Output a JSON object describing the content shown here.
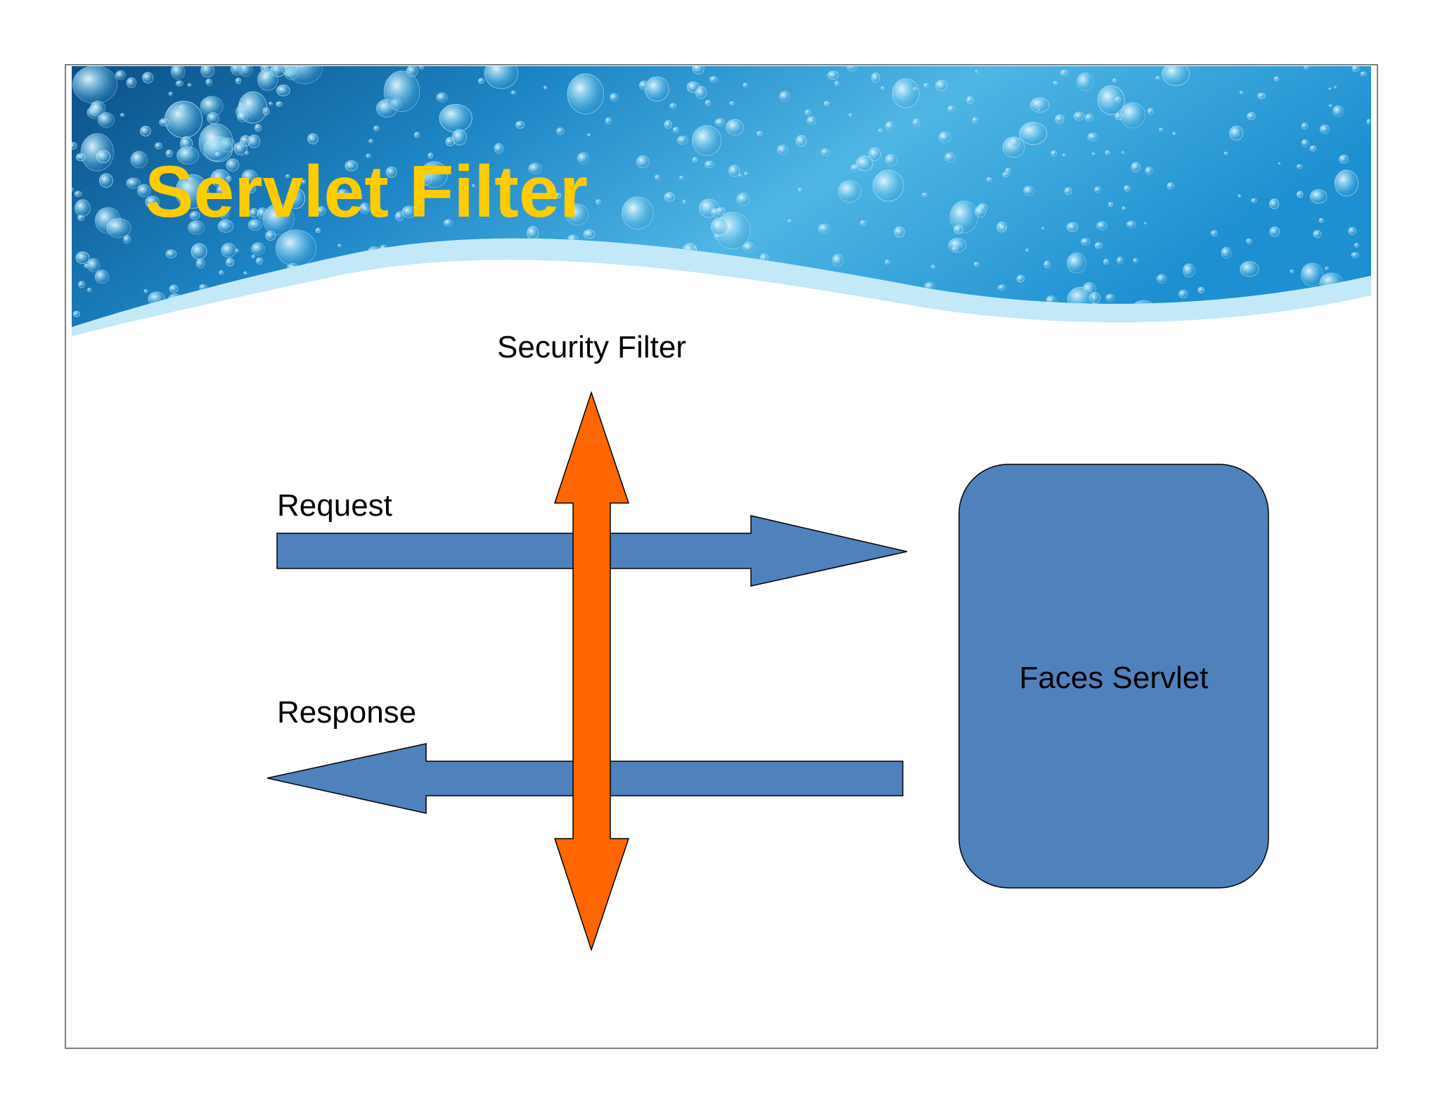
{
  "slide": {
    "title": "Servlet Filter"
  },
  "diagram": {
    "filter_label": "Security Filter",
    "request_label": "Request",
    "response_label": "Response",
    "servlet_label": "Faces Servlet"
  },
  "colors": {
    "title": "#FFCC00",
    "arrow_blue": "#4F81BD",
    "arrow_orange": "#FF6600",
    "outline": "#000000",
    "banner_dark": "#0E5E96",
    "banner_light": "#6FC6EA"
  }
}
